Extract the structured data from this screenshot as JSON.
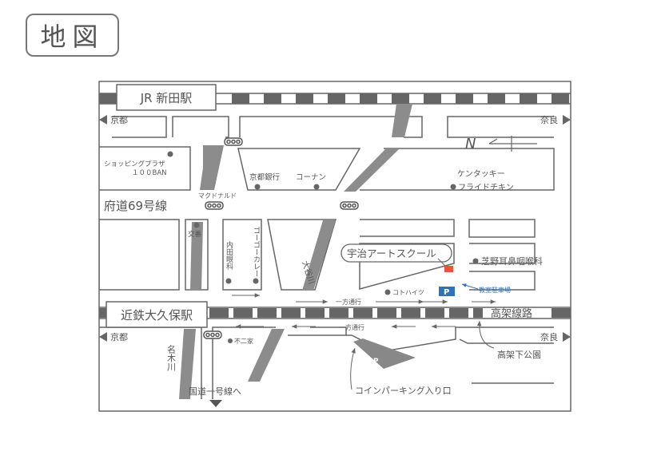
{
  "header": {
    "title": "地図"
  },
  "map": {
    "stations": {
      "jr": "JR 新田駅",
      "kintetsu": "近鉄大久保駅"
    },
    "roads": {
      "fudo69": "府道69号線",
      "kokudo1": "国道一号線へ",
      "koka": "高架線路"
    },
    "rivers": {
      "ohtani": "大谷川",
      "nagi": "名木川"
    },
    "directions": {
      "kyoto": "京都",
      "nara": "奈良"
    },
    "one_way": "一方通行",
    "north": "N",
    "parking_symbol": "P",
    "labels": {
      "shopping_1": "ショッピングプラザ",
      "shopping_2": "１００BAN",
      "kyoto_bank": "京都銀行",
      "konan": "コーナン",
      "mcdonalds": "マクドナルド",
      "kfc_1": "ケンタッキー",
      "kfc_2": "フライドチキン",
      "koban": "交番",
      "uchida": "内田眼科",
      "gogo_curry": "ゴーゴーカレー",
      "school": "宇治アートスクール",
      "shibano": "芝野耳鼻咽喉科",
      "kotohaitsu": "コトハイツ",
      "classroom_parking": "教室駐車場",
      "funiya": "不二家",
      "koka_park": "高架下公園",
      "coin_parking": "コインパーキング入り口"
    },
    "colors": {
      "school_marker": "#e8553a",
      "parking_blue": "#2f73bb",
      "road_gray": "#8c8c8c"
    }
  }
}
